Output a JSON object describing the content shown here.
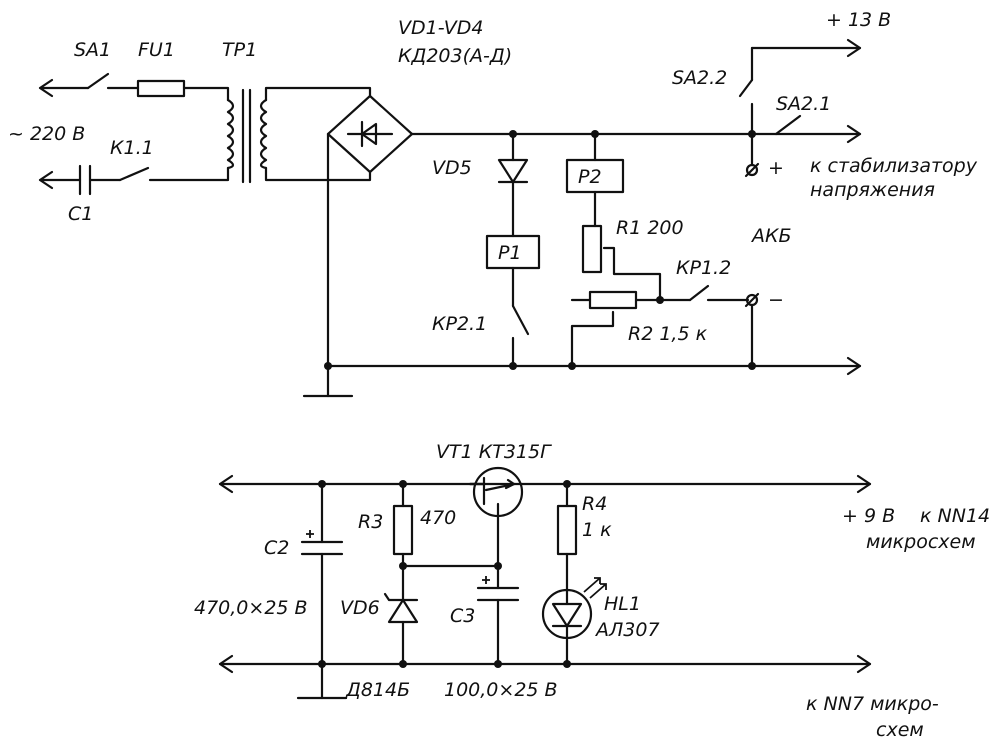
{
  "labels": {
    "sa1": "SA1",
    "fu1": "FU1",
    "tp1": "TP1",
    "vd1_vd4": "VD1-VD4",
    "kd203": "КД203(А-Д)",
    "plus13": "+ 13 В",
    "sa22": "SA2.2",
    "sa21": "SA2.1",
    "mains": "~ 220 В",
    "k11": "К1.1",
    "c1": "С1",
    "vd5": "VD5",
    "p2": "Р2",
    "to_stab_1": "к стабилизатору",
    "to_stab_2": "напряжения",
    "r1": "R1 200",
    "akb": "АКБ",
    "p1": "Р1",
    "kp12": "КР1.2",
    "minus": "−",
    "plus": "+",
    "kp21": "КР2.1",
    "r2": "R2 1,5 к",
    "vt1": "VT1 КТ315Г",
    "r3": "R3",
    "r3_val": "470",
    "r4": "R4",
    "r4_val": "1 к",
    "plus9": "+ 9 В",
    "to_nn14_1": "к NN14",
    "to_nn14_2": "микросхем",
    "c2": "С2",
    "c2_val": "470,0×25 В",
    "vd6": "VD6",
    "c3": "С3",
    "hl1": "HL1",
    "al307": "АЛ307",
    "d814": "Д814Б",
    "c3_val": "100,0×25 В",
    "to_nn7_1": "к NN7 микро-",
    "to_nn7_2": "схем"
  }
}
